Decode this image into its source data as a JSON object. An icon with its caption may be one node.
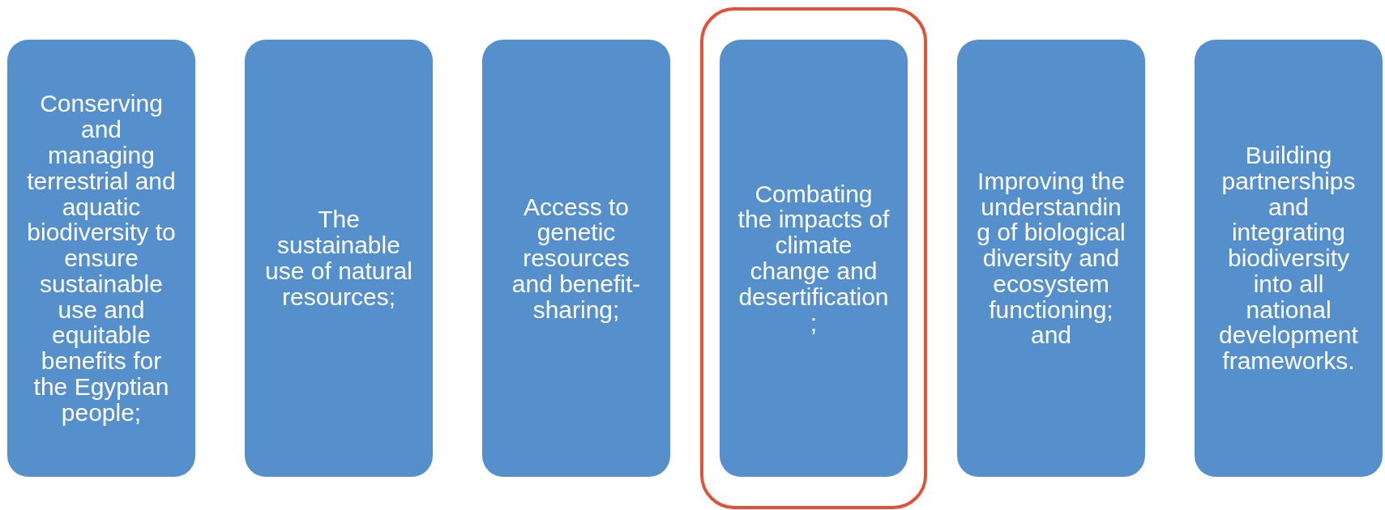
{
  "diagram": {
    "nodes": [
      {
        "text": [
          "Conserving and managing terrestrial and aquatic biodiversity to ensure sustainable use and equitable benefits for the Egyptian people;"
        ]
      },
      {
        "text": [
          "The sustainable use of natural resources;"
        ]
      },
      {
        "text": [
          "Access to genetic resources and benefit-sharing;"
        ]
      },
      {
        "text": [],
        "shape": "box"
      },
      {
        "text": [
          "Combating the impacts of climate change and desertification;"
        ],
        "in": 3
      },
      {
        "text": [
          "Improving the understanding of biological diversity and ecosystem functioning; and"
        ]
      },
      {
        "text": [
          "Building partnerships and integrating biodiversity into all national development frameworks."
        ]
      }
    ]
  }
}
